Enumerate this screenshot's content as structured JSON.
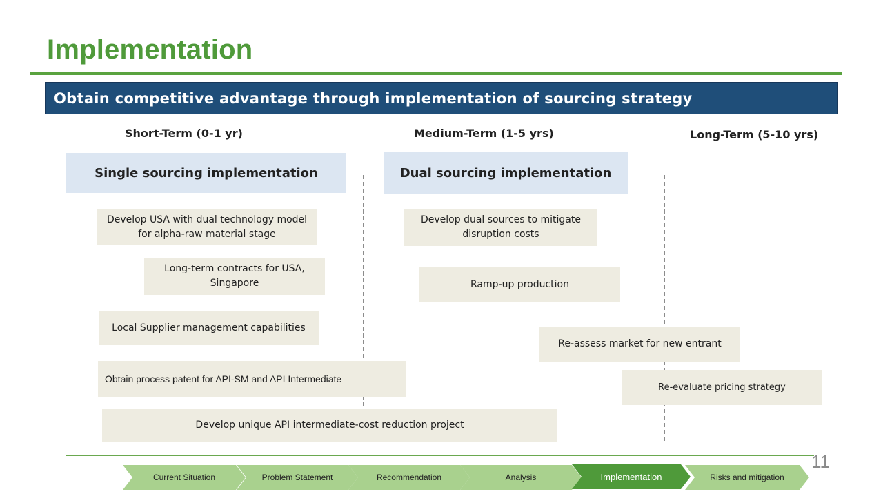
{
  "title": "Implementation",
  "banner": "Obtain competitive advantage through implementation of sourcing strategy",
  "terms": {
    "short": "Short-Term (0-1 yr)",
    "medium": "Medium-Term (1-5 yrs)",
    "long": "Long-Term (5-10 yrs)"
  },
  "phases": {
    "single": "Single sourcing implementation",
    "dual": "Dual sourcing implementation"
  },
  "tasks": {
    "t1": "Develop USA with dual technology model for alpha-raw material stage",
    "t2": "Long-term contracts for USA, Singapore",
    "t3": "Local Supplier management capabilities",
    "t4": "Obtain process patent for API-SM and API Intermediate",
    "t5": "Develop unique API intermediate-cost reduction project",
    "t6": "Develop dual sources to mitigate disruption costs",
    "t7": "Ramp-up production",
    "t8": "Re-assess market for new entrant",
    "t9": "Re-evaluate pricing strategy"
  },
  "page_number": "11",
  "nav": [
    {
      "label": "Current  Situation",
      "active": false
    },
    {
      "label": "Problem Statement",
      "active": false
    },
    {
      "label": "Recommendation",
      "active": false
    },
    {
      "label": "Analysis",
      "active": false
    },
    {
      "label": "Implementation",
      "active": true
    },
    {
      "label": "Risks and mitigation",
      "active": false
    }
  ],
  "colors": {
    "title_green": "#4f9a3a",
    "banner_blue": "#1f4e79",
    "phase_fill": "#dce6f2",
    "task_fill": "#eeece1",
    "nav_fill": "#a9d18e",
    "nav_active": "#4f9a3a"
  }
}
